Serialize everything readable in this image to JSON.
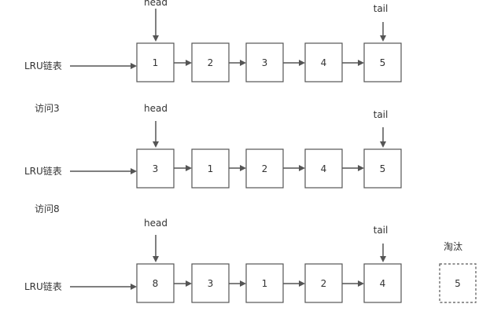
{
  "rows": [
    {
      "list_label": "LRU链表",
      "step_label": "",
      "head_label": "head",
      "tail_label": "tail",
      "nodes": [
        "1",
        "2",
        "3",
        "4",
        "5"
      ]
    },
    {
      "list_label": "LRU链表",
      "step_label": "访问3",
      "head_label": "head",
      "tail_label": "tail",
      "nodes": [
        "3",
        "1",
        "2",
        "4",
        "5"
      ]
    },
    {
      "list_label": "LRU链表",
      "step_label": "访问8",
      "head_label": "head",
      "tail_label": "tail",
      "nodes": [
        "8",
        "3",
        "1",
        "2",
        "4"
      ]
    }
  ],
  "evicted": {
    "label": "淘汰",
    "value": "5"
  },
  "colors": {
    "stroke": "#555555",
    "text": "#333333"
  }
}
